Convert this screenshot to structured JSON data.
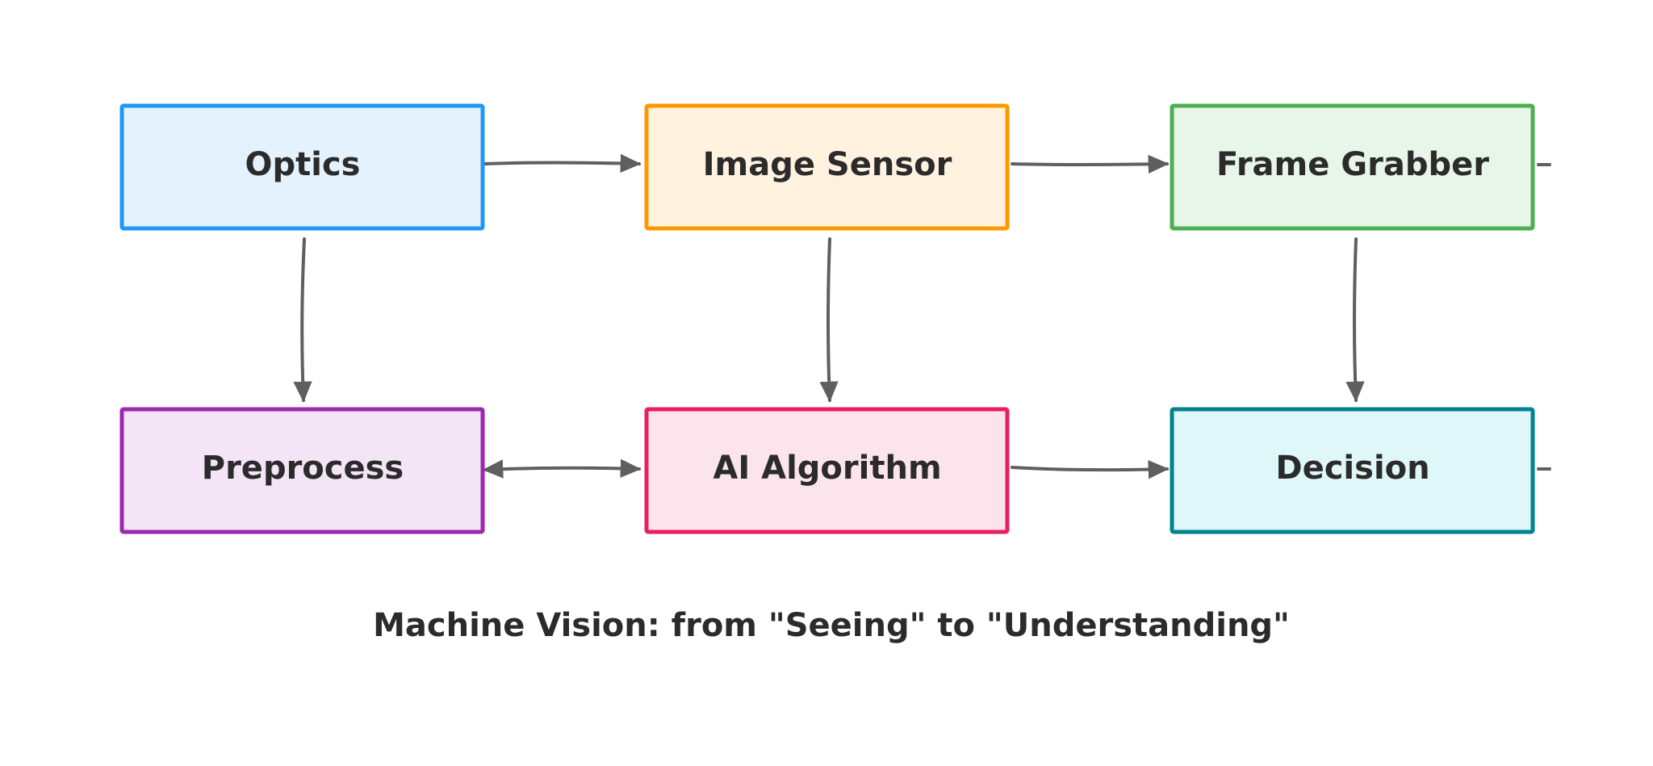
{
  "diagram": {
    "nodes": [
      {
        "id": "optics",
        "label": "Optics",
        "stroke": "#2196f3",
        "fill": "#e3f2fd"
      },
      {
        "id": "image-sensor",
        "label": "Image Sensor",
        "stroke": "#ff9800",
        "fill": "#fff3e0"
      },
      {
        "id": "frame-grabber",
        "label": "Frame Grabber",
        "stroke": "#4caf50",
        "fill": "#e8f5e9"
      },
      {
        "id": "preprocess",
        "label": "Preprocess",
        "stroke": "#9c27b0",
        "fill": "#f3e5f5"
      },
      {
        "id": "ai-algorithm",
        "label": "AI Algorithm",
        "stroke": "#e91e63",
        "fill": "#fce4ec"
      },
      {
        "id": "decision",
        "label": "Decision",
        "stroke": "#00838f",
        "fill": "#e0f7fa"
      }
    ],
    "edges": [
      {
        "from": "optics",
        "to": "image-sensor"
      },
      {
        "from": "image-sensor",
        "to": "frame-grabber"
      },
      {
        "from": "optics",
        "to": "preprocess"
      },
      {
        "from": "image-sensor",
        "to": "ai-algorithm"
      },
      {
        "from": "frame-grabber",
        "to": "decision"
      },
      {
        "from": "preprocess",
        "to": "ai-algorithm",
        "bidirectional": true
      },
      {
        "from": "ai-algorithm",
        "to": "decision"
      }
    ],
    "edge_color": "#5f5f5f",
    "caption": "Machine Vision: from \"Seeing\" to \"Understanding\""
  }
}
